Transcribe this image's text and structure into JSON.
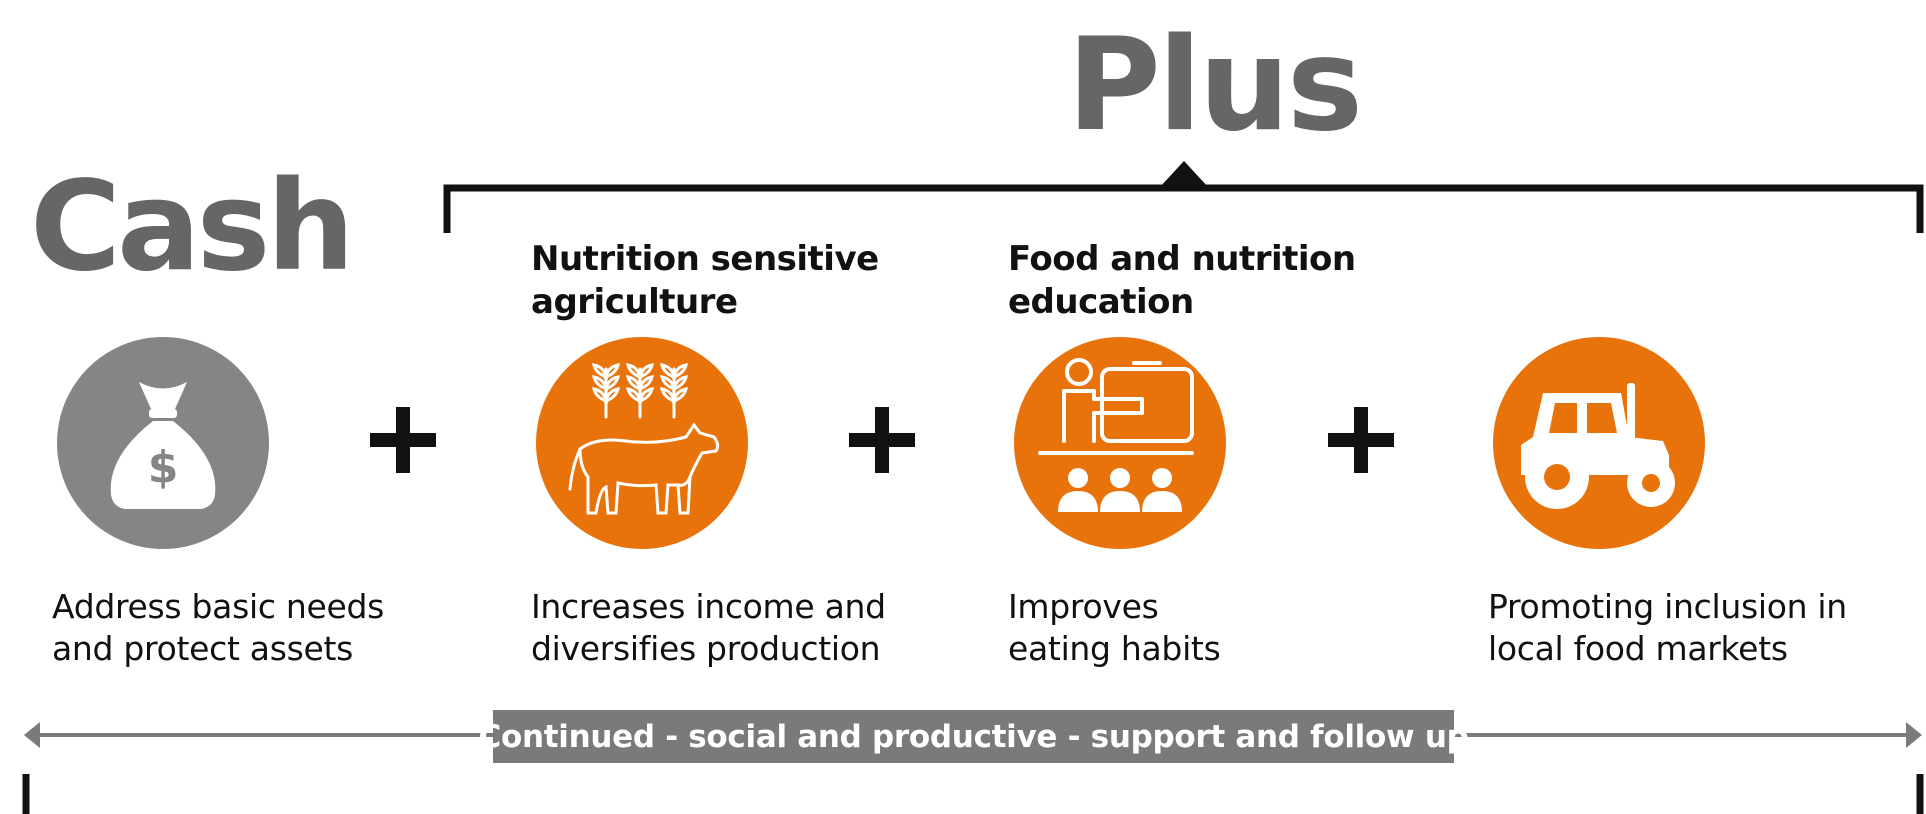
{
  "titles": {
    "plus": "Plus",
    "cash": "Cash"
  },
  "components": [
    {
      "heading": "",
      "icon": "money-bag-icon",
      "color": "#858585",
      "description_lines": [
        "Address basic needs",
        "and protect assets"
      ]
    },
    {
      "heading_lines": [
        "Nutrition sensitive",
        "agriculture"
      ],
      "icon": "wheat-and-cow-icon",
      "color": "#E8730A",
      "description_lines": [
        "Increases income and",
        "diversifies production"
      ]
    },
    {
      "heading_lines": [
        "Food and nutrition",
        "education"
      ],
      "icon": "classroom-icon",
      "color": "#E8730A",
      "description_lines": [
        "Improves",
        "eating habits"
      ]
    },
    {
      "heading": "",
      "icon": "tractor-icon",
      "color": "#E8730A",
      "description_lines": [
        "Promoting inclusion in",
        "local food markets"
      ]
    }
  ],
  "operators": [
    "+",
    "+",
    "+"
  ],
  "banner": "Continued - social and productive - support and follow up",
  "colors": {
    "accent": "#E8730A",
    "cash_gray": "#858585",
    "title_gray": "#666666",
    "banner_gray": "#7A7A7A"
  }
}
